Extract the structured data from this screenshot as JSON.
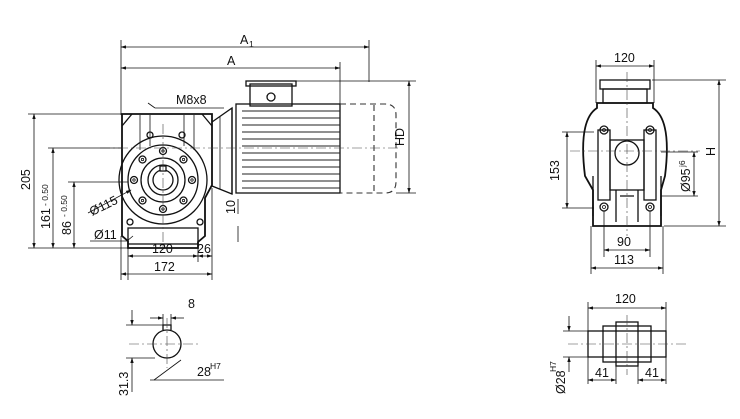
{
  "side_view": {
    "dim_A1": "A",
    "dim_A1_sub": "1",
    "dim_A": "A",
    "dim_thread": "M8x8",
    "dim_HD": "HD",
    "dim_205": "205",
    "dim_161": "161",
    "dim_161_tol": "- 0.50",
    "dim_86": "86",
    "dim_86_tol": "- 0.50",
    "dim_dia115": "Ø115",
    "dim_dia11": "Ø11",
    "dim_10": "10",
    "dim_120": "120",
    "dim_26": "26",
    "dim_172": "172"
  },
  "front_view": {
    "dim_120": "120",
    "dim_153": "153",
    "dim_H": "H",
    "dim_dia95": "Ø95",
    "dim_dia95_tol": "j6",
    "dim_90": "90",
    "dim_113": "113"
  },
  "keyway_detail": {
    "dim_8": "8",
    "dim_31_3": "31.3",
    "dim_28": "28",
    "dim_28_tol": "H7"
  },
  "shaft_detail": {
    "dim_120": "120",
    "dim_dia28": "Ø28",
    "dim_dia28_tol": "H7",
    "dim_41_left": "41",
    "dim_41_right": "41"
  }
}
